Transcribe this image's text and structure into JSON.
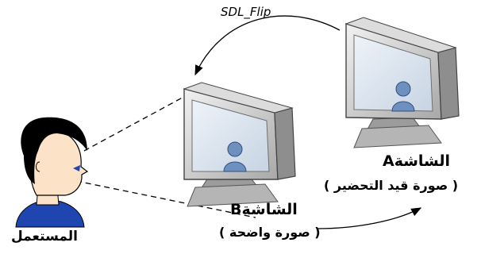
{
  "flow": {
    "flip_label": "SDL_Flip"
  },
  "user": {
    "label": "المستعمل"
  },
  "screen_a": {
    "word": "الشاشة",
    "letter": "A",
    "description": "( صورة قيد التحضير )"
  },
  "screen_b": {
    "word": "الشاشة",
    "letter": "B",
    "description": "( صورة واضحة )"
  },
  "colors": {
    "monitor_frame": "#c9c9c9",
    "monitor_dark": "#8a8a8a",
    "screen_glass": "#dfe8f2",
    "avatar": "#6d90bf",
    "skin": "#fce2c6",
    "hair": "#000000",
    "shirt": "#1f45b0",
    "line": "#000000"
  }
}
